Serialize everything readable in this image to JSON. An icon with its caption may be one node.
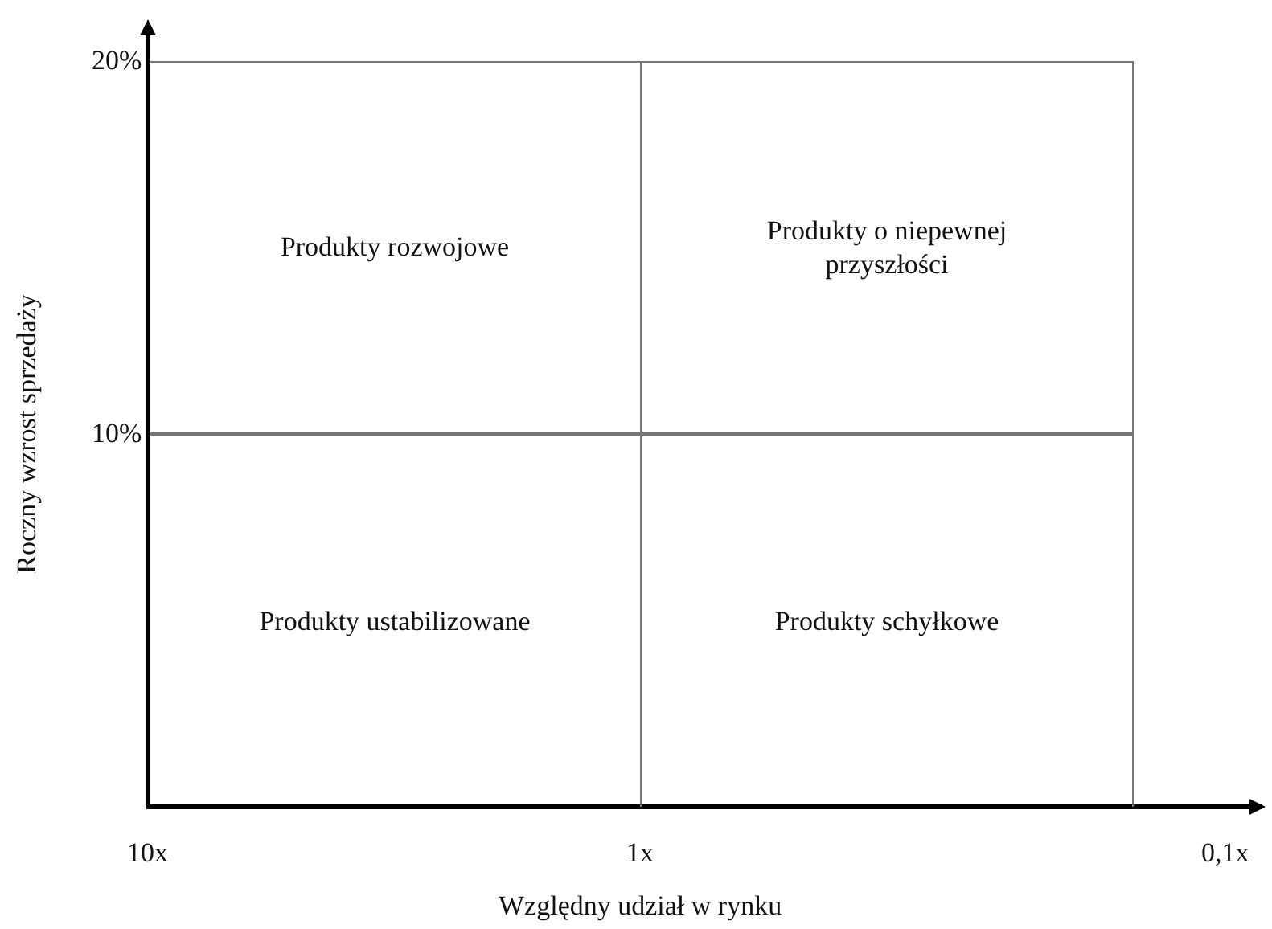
{
  "diagram": {
    "nodes": [
      {
        "text": [
          "Produkty rozwojowe"
        ]
      },
      {
        "text": [
          "Produkty o niepewnej przyszłości"
        ]
      },
      {
        "text": [
          "Produkty ustabilizowane"
        ]
      },
      {
        "text": [
          "Produkty schyłkowe"
        ]
      }
    ],
    "edges": [],
    "labels": [
      "20%",
      "Roczny wzrost sprzedaży",
      "10%",
      "10x",
      "1x",
      "0,1x",
      "Względny udział w rynku"
    ]
  }
}
